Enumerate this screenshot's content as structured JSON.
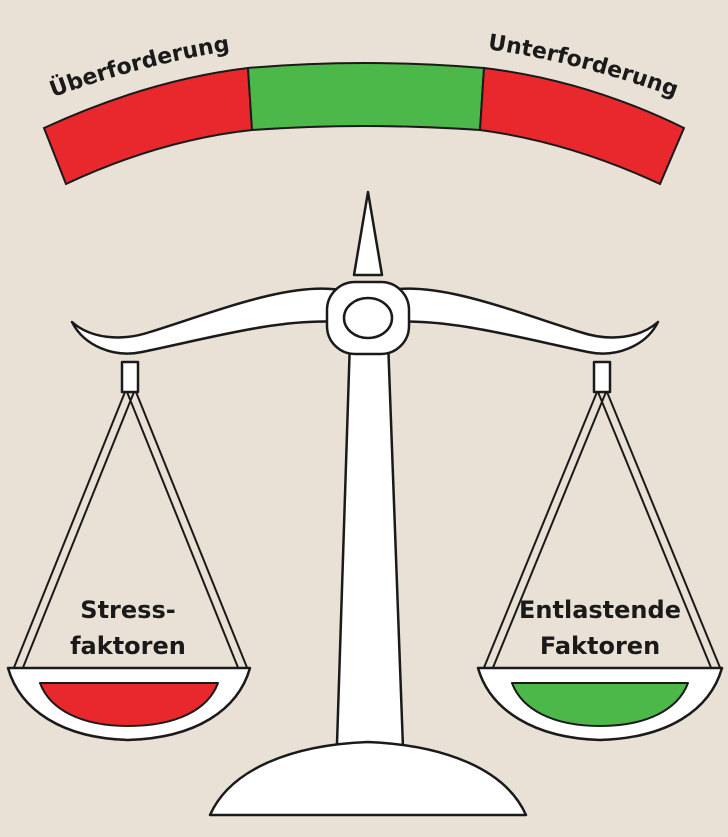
{
  "colors": {
    "background": "#e9e1d5",
    "overload": "#e8282d",
    "balance": "#4db84a",
    "outline": "#1a1a1a",
    "metal": "#ffffff"
  },
  "meter": {
    "left_label": "Überforderung",
    "right_label": "Unterforderung"
  },
  "scale": {
    "left_pan": {
      "line1": "Stress-",
      "line2": "faktoren"
    },
    "right_pan": {
      "line1": "Entlastende",
      "line2": "Faktoren"
    }
  }
}
